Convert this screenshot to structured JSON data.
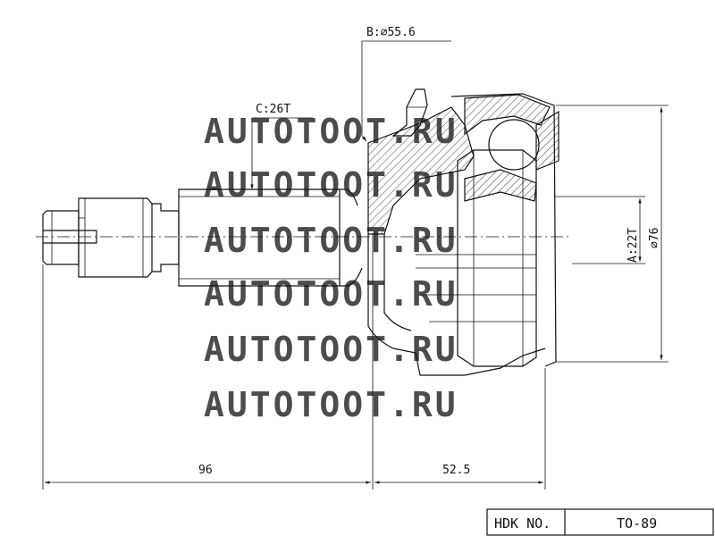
{
  "callouts": {
    "b": "B:⌀55.6",
    "c": "C:26T",
    "a": "A:22T",
    "od": "⌀76"
  },
  "dimensions": {
    "length_left": "96",
    "length_right": "52.5"
  },
  "watermark": {
    "text": "AUTOTOOT.RU"
  },
  "title_block": {
    "label": "HDK NO.",
    "part_no": "TO-89"
  }
}
